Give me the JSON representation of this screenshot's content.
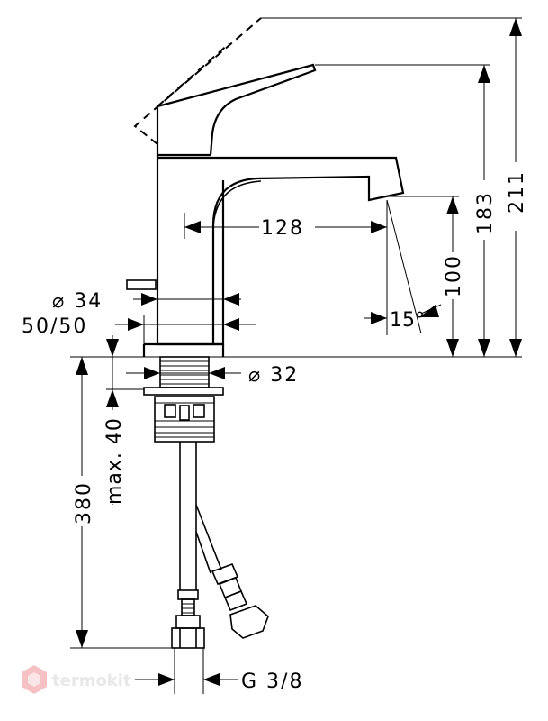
{
  "dimensions": {
    "total_height": "211",
    "lever_height": "183",
    "spout_height": "100",
    "spout_reach": "128",
    "spout_angle": "15°",
    "body_diameter": "⌀ 34",
    "base_diameter": "50/50",
    "thread_diameter": "⌀ 32",
    "max_thickness": "max. 40",
    "hose_length": "380",
    "connection_thread": "G 3/8"
  },
  "watermark": {
    "text": "termokit",
    "color": "#e0424a"
  }
}
